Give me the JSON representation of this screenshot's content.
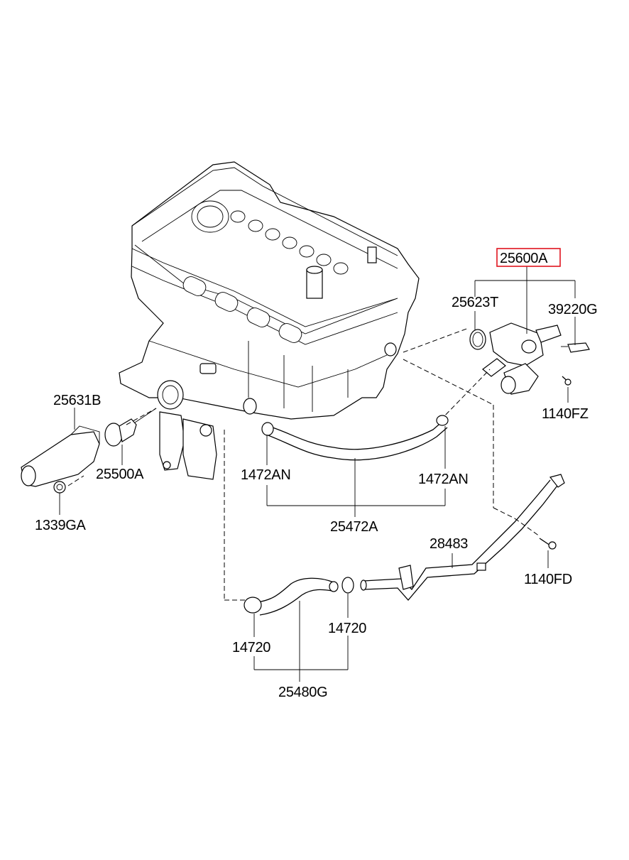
{
  "labels": {
    "l_25600A": "25600A",
    "l_25623T": "25623T",
    "l_39220G": "39220G",
    "l_1140FZ": "1140FZ",
    "l_25631B": "25631B",
    "l_25500A": "25500A",
    "l_1339GA": "1339GA",
    "l_1472AN_left": "1472AN",
    "l_1472AN_right": "1472AN",
    "l_25472A": "25472A",
    "l_28483": "28483",
    "l_1140FD": "1140FD",
    "l_14720_right": "14720",
    "l_14720_left": "14720",
    "l_25480G": "25480G"
  },
  "highlight_color": "#e0141e"
}
